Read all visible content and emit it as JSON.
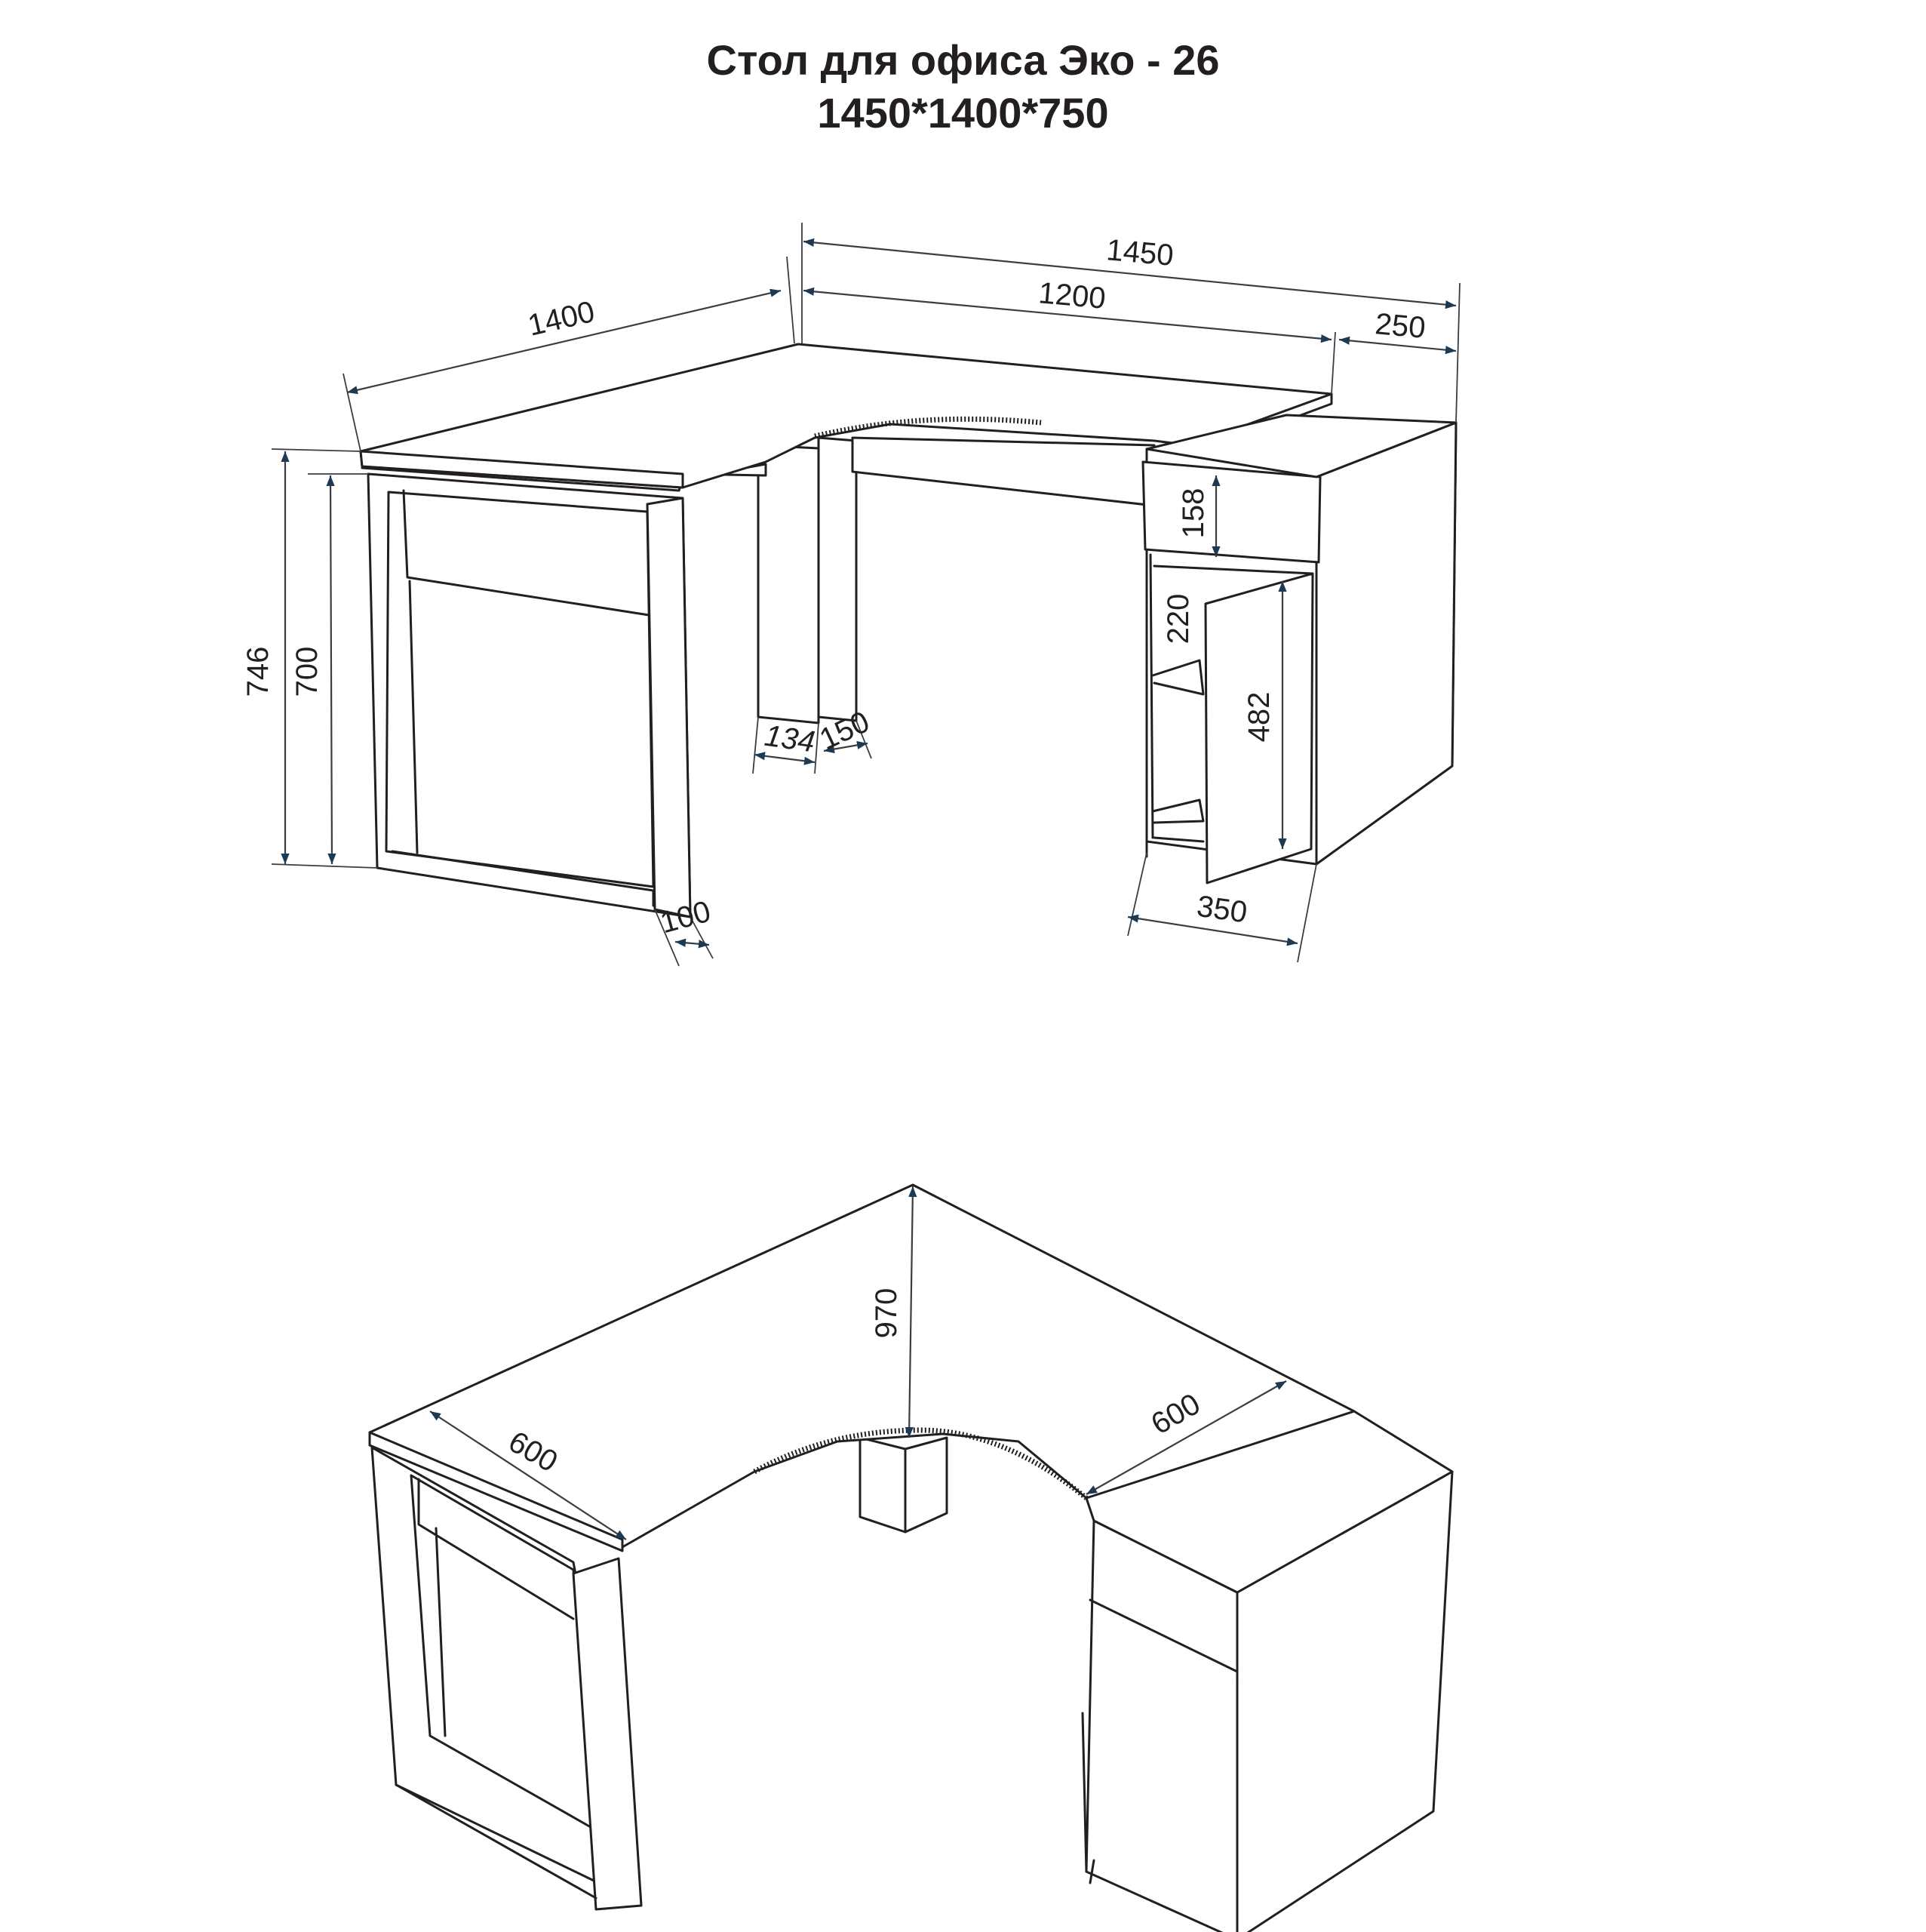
{
  "title": {
    "line1": "Стол для офиса Эко - 26",
    "line2": "1450*1400*750"
  },
  "colors": {
    "line": "#231f20",
    "arrow": "#1d3a52",
    "background": "#ffffff"
  },
  "dimensions": {
    "top_left_length": "1400",
    "top_total_width": "1450",
    "top_main_width": "1200",
    "cabinet_overhang": "250",
    "total_height": "746",
    "leg_height": "700",
    "leg_thickness": "100",
    "support_depth": "134",
    "support_width": "150",
    "drawer_height": "158",
    "shelf_gap": "220",
    "door_height": "482",
    "cabinet_depth": "350",
    "top_depth_left": "600",
    "top_depth_right": "600",
    "corner_diagonal": "970"
  }
}
